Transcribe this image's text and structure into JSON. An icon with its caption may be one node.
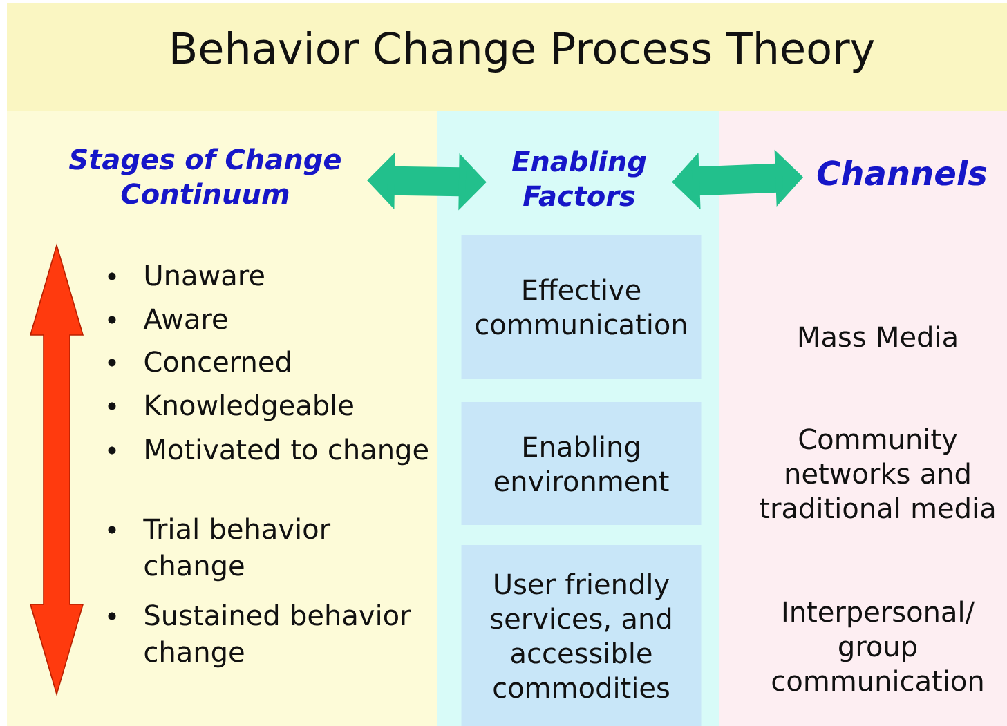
{
  "diagram": {
    "title": "Behavior Change Process Theory",
    "nodes": [
      {
        "text": [
          "Stages of Change Continuum"
        ]
      },
      {
        "text": [
          "Enabling Factors"
        ]
      },
      {
        "text": [
          "Channels"
        ]
      },
      {
        "text": [
          "Effective communication"
        ]
      },
      {
        "text": [
          "Enabling environment"
        ]
      },
      {
        "text": [
          "User friendly services, and accessible commodities"
        ]
      }
    ],
    "edges": [
      {
        "from": 0,
        "to": 1,
        "arrow": "both"
      },
      {
        "from": 1,
        "to": 2,
        "arrow": "both"
      }
    ],
    "labels": [
      "Unaware",
      "Aware",
      "Concerned",
      "Knowledgeable",
      "Motivated to change",
      "Trial behavior change",
      "Sustained behavior change",
      "Mass Media",
      "Community networks and traditional media",
      "Interpersonal/ group communication"
    ]
  }
}
